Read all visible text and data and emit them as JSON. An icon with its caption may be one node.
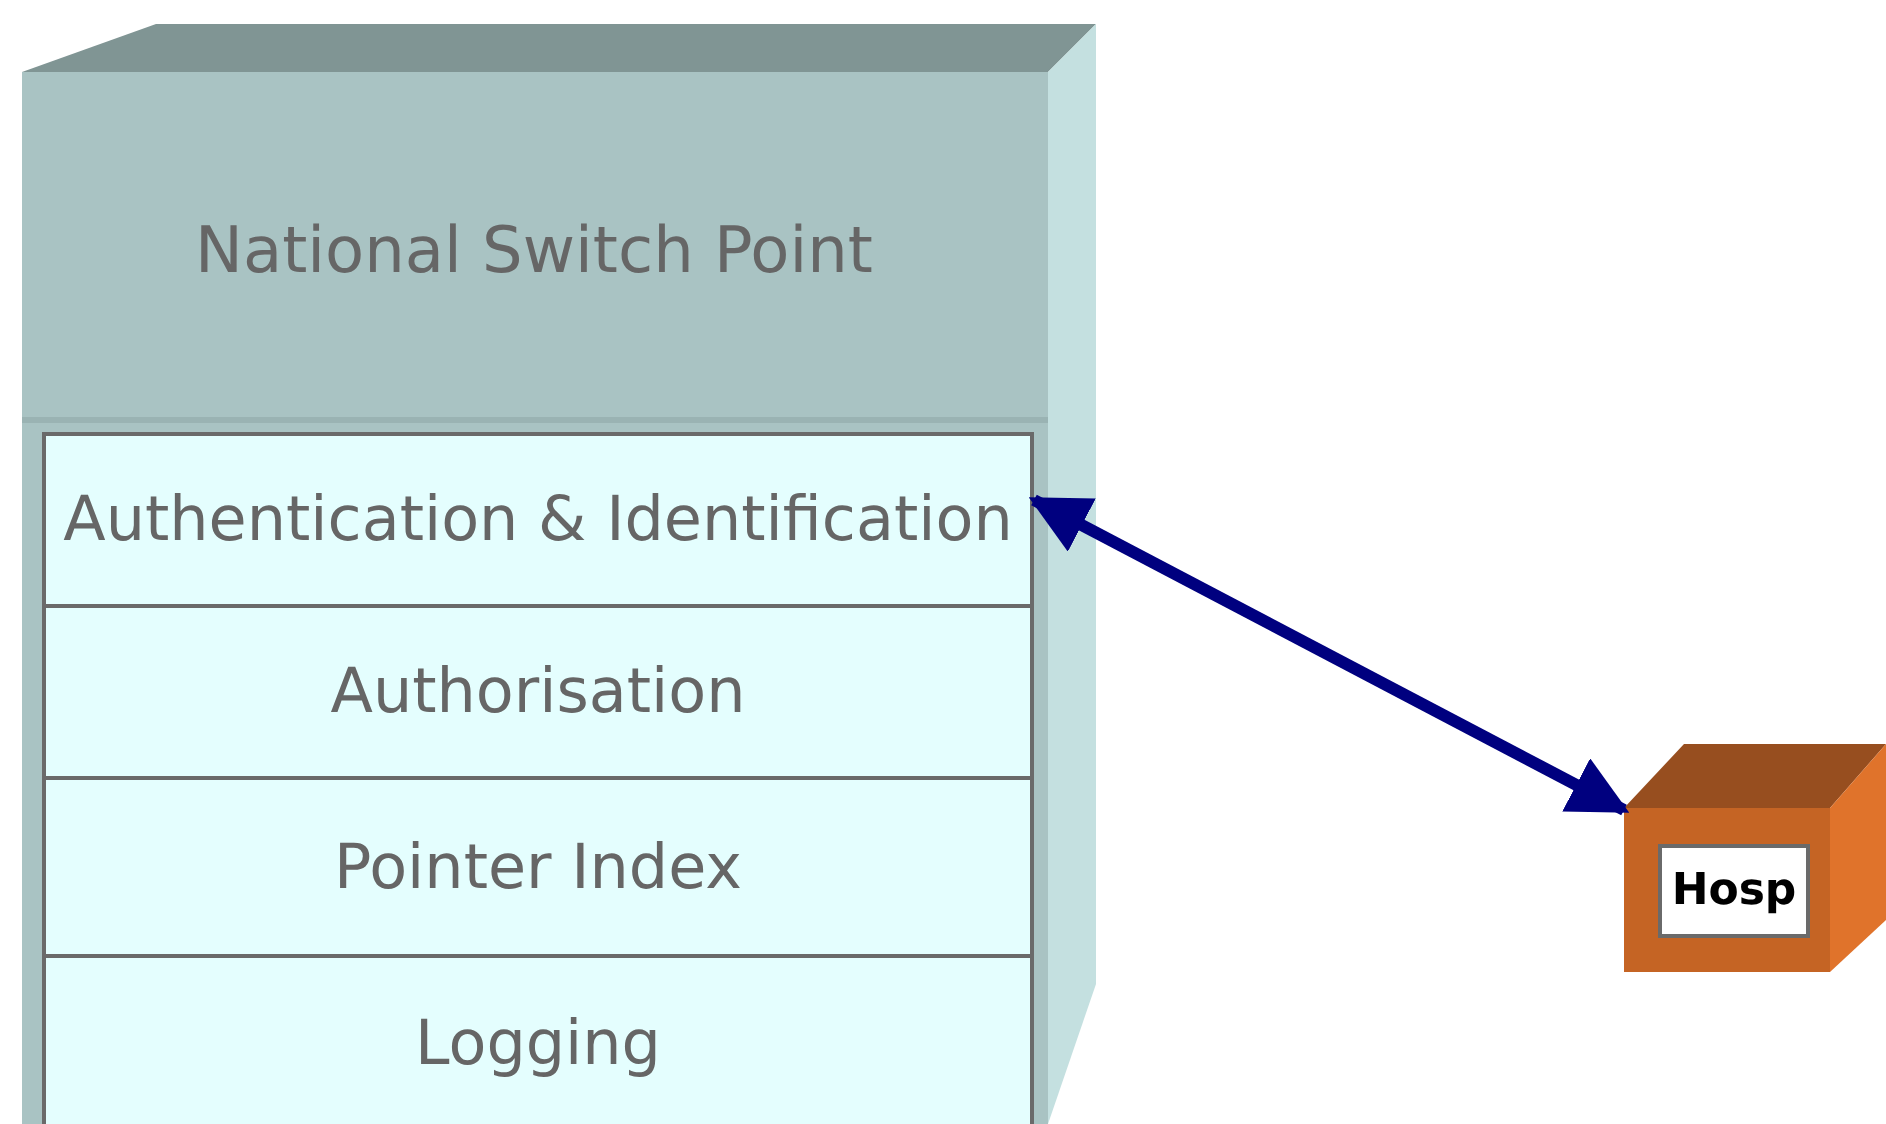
{
  "diagram": {
    "nodes": [
      {
        "text": [
          "National Switch Point"
        ]
      },
      {
        "text": [
          "Authentication & Identification"
        ],
        "in": 0
      },
      {
        "text": [
          "Authorisation"
        ],
        "in": 0
      },
      {
        "text": [
          "Pointer Index"
        ],
        "in": 0
      },
      {
        "text": [
          "Logging"
        ],
        "in": 0
      },
      {
        "text": [
          "Hosp"
        ]
      }
    ],
    "edges": [
      {
        "from": 1,
        "to": 5,
        "arrow": "both"
      }
    ]
  }
}
